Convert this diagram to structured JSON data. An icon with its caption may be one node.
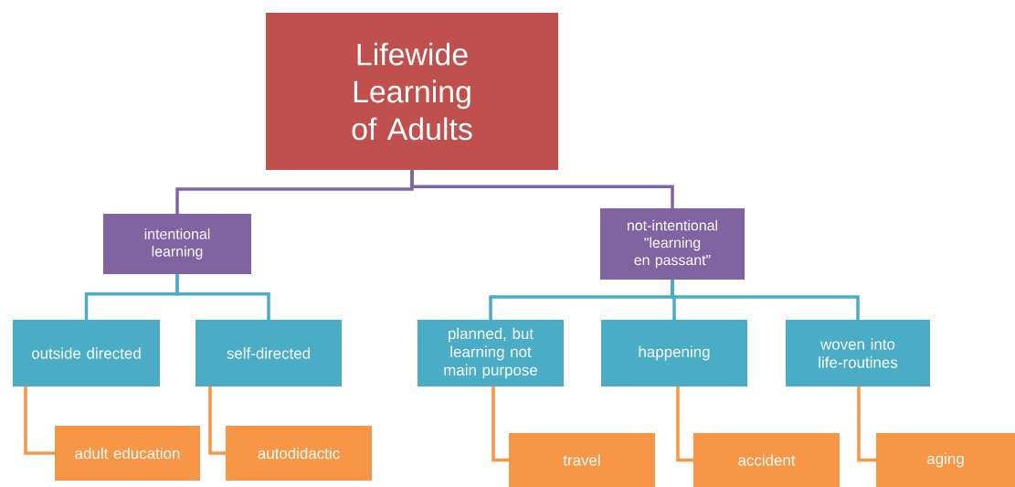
{
  "diagram": {
    "nodes": [
      {
        "text": [
          "Lifewide Learning of Adults"
        ]
      },
      {
        "text": [
          "intentional learning"
        ]
      },
      {
        "text": [
          "not-intentional \"learning en passant\""
        ]
      },
      {
        "text": [
          "outside directed"
        ]
      },
      {
        "text": [
          "self-directed"
        ]
      },
      {
        "text": [
          "planned, but learning not main purpose"
        ]
      },
      {
        "text": [
          "happening"
        ]
      },
      {
        "text": [
          "woven into life-routines"
        ]
      },
      {
        "text": [
          "adult education"
        ]
      },
      {
        "text": [
          "autodidactic"
        ]
      },
      {
        "text": [
          "travel"
        ]
      },
      {
        "text": [
          "accident"
        ]
      },
      {
        "text": [
          "aging"
        ]
      }
    ],
    "edges": [
      {
        "from": 0,
        "to": 1,
        "arrow": "none",
        "color": "#8064a2"
      },
      {
        "from": 0,
        "to": 2,
        "arrow": "none",
        "color": "#8064a2"
      },
      {
        "from": 1,
        "to": 3,
        "arrow": "none",
        "color": "#4bacc6"
      },
      {
        "from": 1,
        "to": 4,
        "arrow": "none",
        "color": "#4bacc6"
      },
      {
        "from": 2,
        "to": 5,
        "arrow": "none",
        "color": "#4bacc6"
      },
      {
        "from": 2,
        "to": 6,
        "arrow": "none",
        "color": "#4bacc6"
      },
      {
        "from": 2,
        "to": 7,
        "arrow": "none",
        "color": "#4bacc6"
      },
      {
        "from": 3,
        "to": 8,
        "arrow": "none",
        "color": "#f79646"
      },
      {
        "from": 4,
        "to": 9,
        "arrow": "none",
        "color": "#f79646"
      },
      {
        "from": 5,
        "to": 10,
        "arrow": "none",
        "color": "#f79646"
      },
      {
        "from": 6,
        "to": 11,
        "arrow": "none",
        "color": "#f79646"
      },
      {
        "from": 7,
        "to": 12,
        "arrow": "none",
        "color": "#f79646"
      }
    ]
  }
}
